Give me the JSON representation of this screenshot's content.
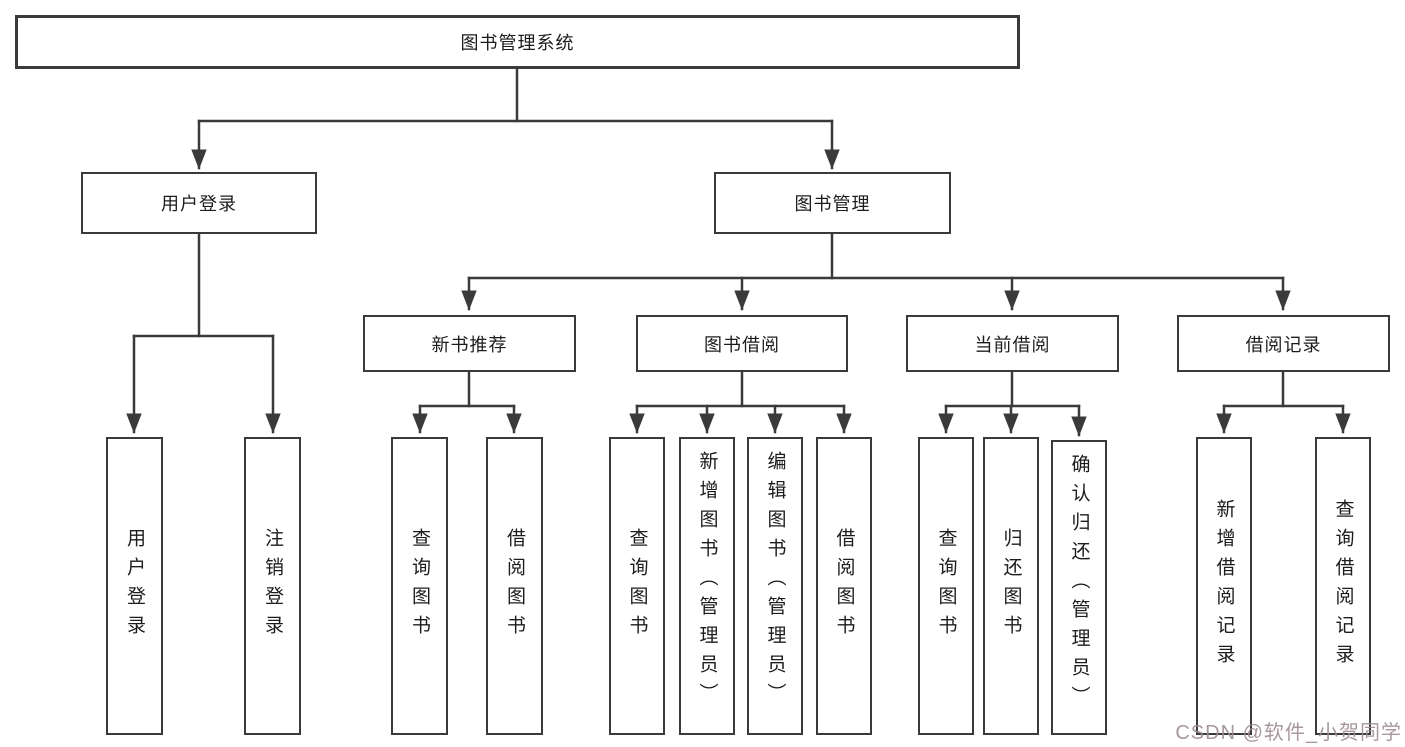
{
  "diagram_type": "hierarchy-tree",
  "tree": {
    "root": {
      "label": "图书管理系统",
      "children": [
        {
          "label": "用户登录",
          "children": [
            {
              "label": "用户登录"
            },
            {
              "label": "注销登录"
            }
          ]
        },
        {
          "label": "图书管理",
          "children": [
            {
              "label": "新书推荐",
              "children": [
                {
                  "label": "查询图书"
                },
                {
                  "label": "借阅图书"
                }
              ]
            },
            {
              "label": "图书借阅",
              "children": [
                {
                  "label": "查询图书"
                },
                {
                  "label": "新增图书（管理员）"
                },
                {
                  "label": "编辑图书（管理员）"
                },
                {
                  "label": "借阅图书"
                }
              ]
            },
            {
              "label": "当前借阅",
              "children": [
                {
                  "label": "查询图书"
                },
                {
                  "label": "归还图书"
                },
                {
                  "label": "确认归还（管理员）"
                }
              ]
            },
            {
              "label": "借阅记录",
              "children": [
                {
                  "label": "新增借阅记录"
                },
                {
                  "label": "查询借阅记录"
                }
              ]
            }
          ]
        }
      ]
    }
  },
  "watermark": {
    "text": "CSDN @软件_小贺同学"
  },
  "colors": {
    "line": "#3a3a3a",
    "box_border": "#3a3a3a",
    "box_fill": "#ffffff",
    "text": "#1c1c1c",
    "watermark": "#9e8d90"
  }
}
